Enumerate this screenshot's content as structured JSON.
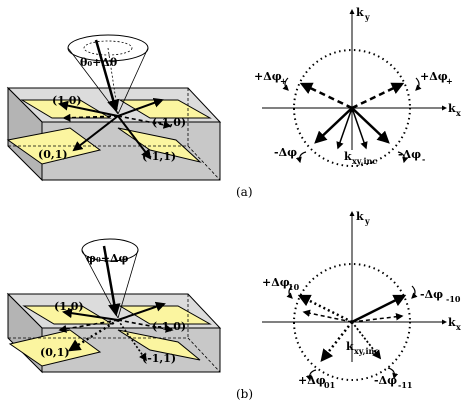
{
  "colors": {
    "slab_top": "#d9d9d9",
    "slab_front": "#c4c4c4",
    "slab_side": "#b0b0b0",
    "yellow_strip": "#fbf5a0",
    "ink": "#000000"
  },
  "panel_a": {
    "caption": "(a)",
    "cone_label": "θ₀+Δθ",
    "orders": [
      "(1,0)",
      "(-1,0)",
      "(0,1)",
      "(-1,1)"
    ],
    "kspace": {
      "ky": "k",
      "ky_sub": "y",
      "kx": "k",
      "kx_sub": "x",
      "top_left": "+Δφ",
      "top_left_sub": "+",
      "top_right": "+Δφ",
      "top_right_sub": "+",
      "bottom_left": "-Δφ",
      "bottom_left_sub": "-",
      "bottom_right": "-Δφ",
      "bottom_right_sub": "-",
      "center": "k",
      "center_sub": "xy,inc"
    }
  },
  "panel_b": {
    "caption": "(b)",
    "cone_label": "φ₀+Δφ",
    "orders": [
      "(1,0)",
      "(-1,0)",
      "(0,1)",
      "(-1,1)"
    ],
    "kspace": {
      "ky": "k",
      "ky_sub": "y",
      "kx": "k",
      "kx_sub": "x",
      "top_left": "+Δφ",
      "top_left_sub": "10",
      "top_right": "-Δφ",
      "top_right_sub": "-10",
      "bottom_left": "+Δφ",
      "bottom_left_sub": "01",
      "bottom_right": "-Δφ",
      "bottom_right_sub": "-11",
      "center": "k",
      "center_sub": "xy,inc"
    }
  }
}
